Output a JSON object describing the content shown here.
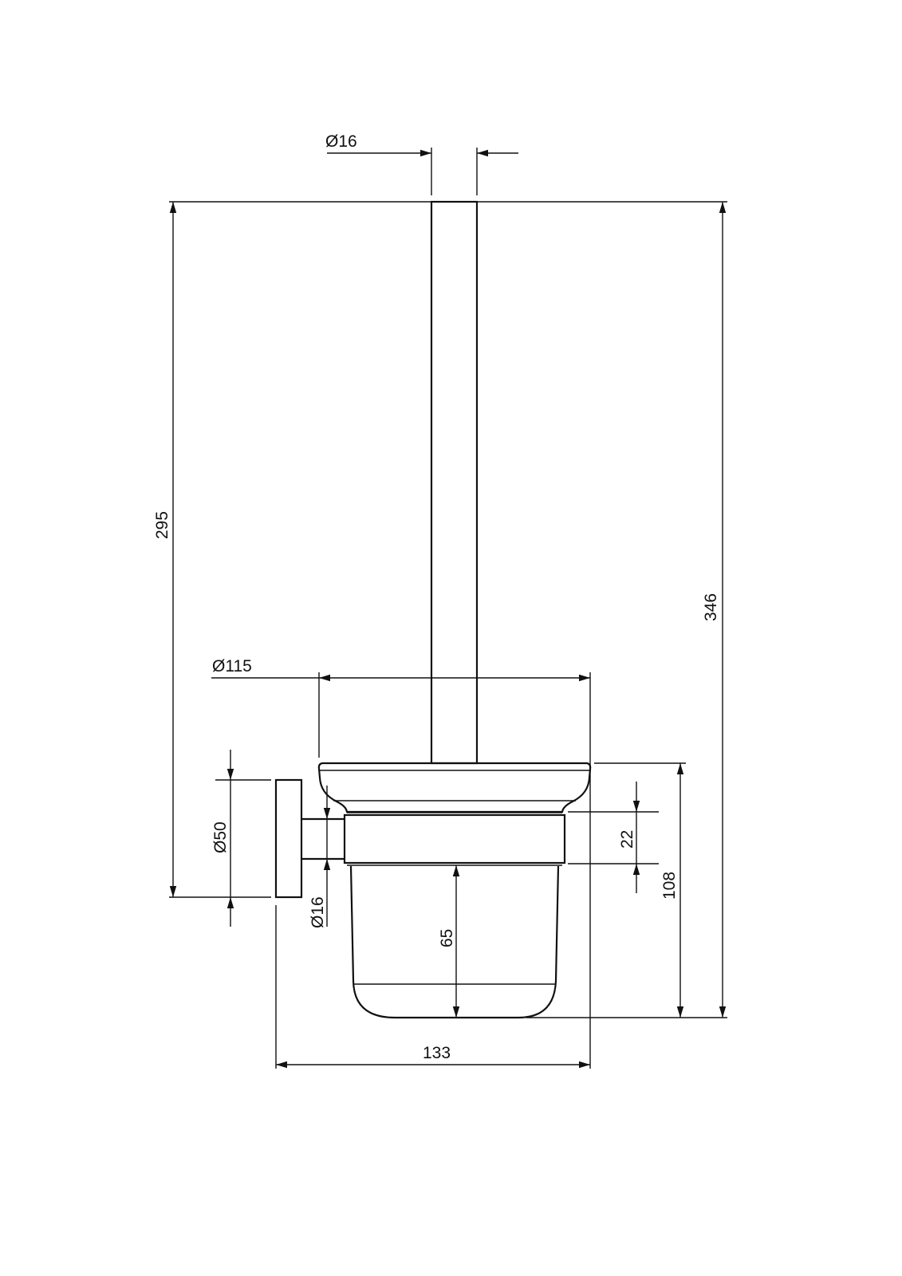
{
  "dimensions": {
    "handle_diameter": "Ø16",
    "brush_length": "295",
    "total_height": "346",
    "lid_diameter": "Ø115",
    "wall_plate_diameter": "Ø50",
    "arm_diameter": "Ø16",
    "ring_height": "22",
    "holder_height": "108",
    "cup_depth": "65",
    "projection": "133"
  },
  "colors": {
    "line": "#111111",
    "background": "#ffffff"
  }
}
